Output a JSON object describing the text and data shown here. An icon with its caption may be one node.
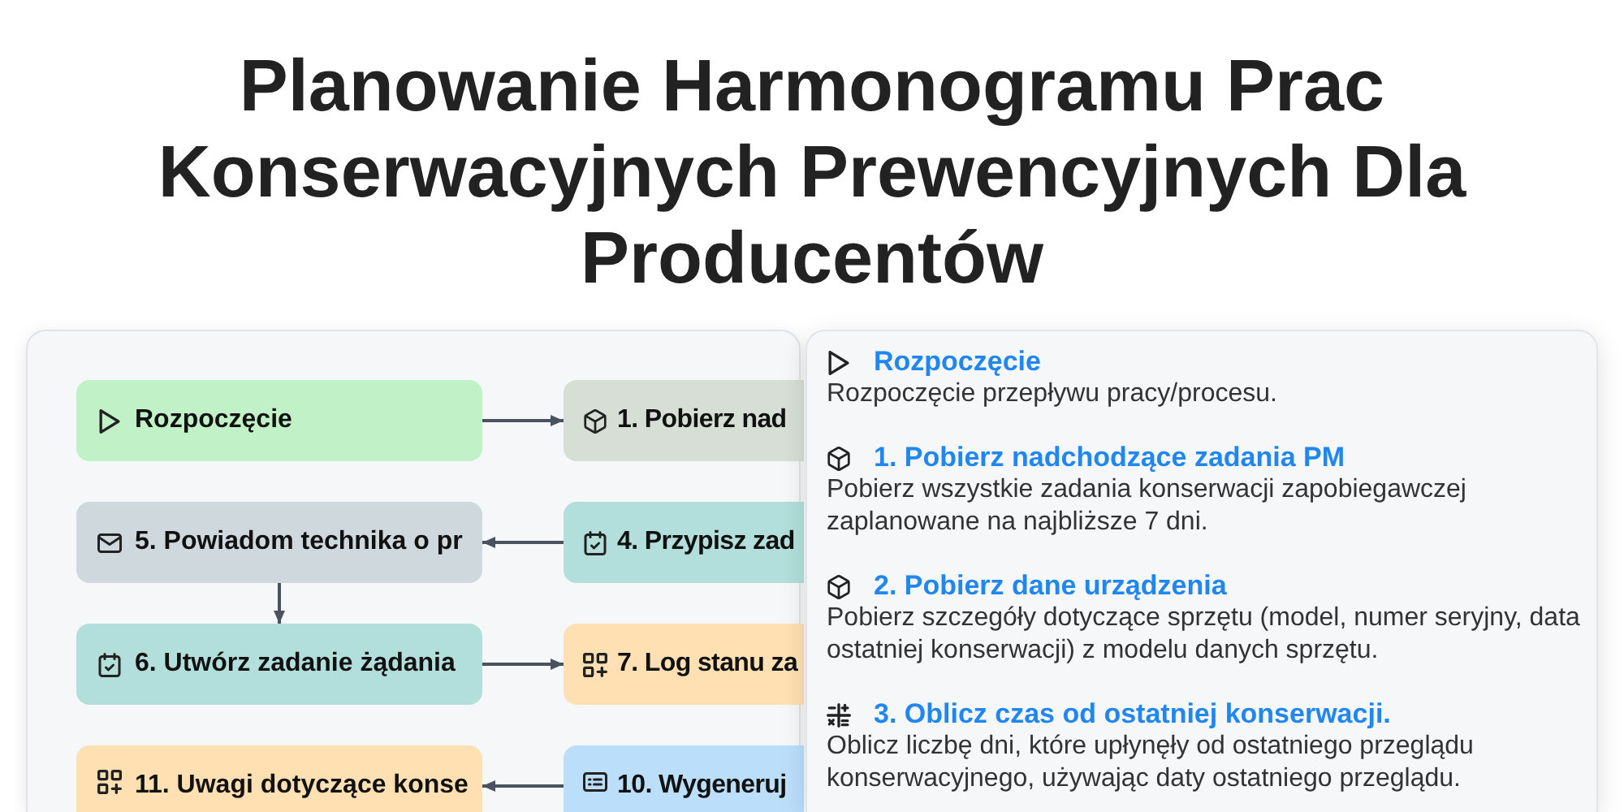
{
  "diagram": {
    "title": "Planowanie Harmonogramu Prac Konserwacyjnych Prewencyjnych Dla Producentów",
    "nodes": [
      {
        "text": [
          "Rozpoczęcie"
        ]
      },
      {
        "text": [
          "1. Pobierz nad"
        ]
      },
      {
        "text": [
          "5. Powiadom technika o pr"
        ]
      },
      {
        "text": [
          "4. Przypisz zad"
        ]
      },
      {
        "text": [
          "6. Utwórz zadanie żądania"
        ]
      },
      {
        "text": [
          "7. Log stanu za"
        ]
      },
      {
        "text": [
          "11. Uwagi dotyczące konse"
        ]
      },
      {
        "text": [
          "10. Wygeneruj"
        ]
      },
      {
        "text": [
          "Rozpoczęcie",
          "Rozpoczęcie przepływu pracy/procesu.",
          "1. Pobierz nadchodzące zadania PM",
          "Pobierz wszystkie zadania konserwacji zapobiegawczej zaplanowane na najbliższe 7 dni.",
          "2. Pobierz dane urządzenia",
          "Pobierz szczegóły dotyczące sprzętu (model, numer seryjny, data ostatniej konserwacji) z modelu danych sprzętu.",
          "3. Oblicz czas od ostatniej konserwacji.",
          "Oblicz liczbę dni, które upłynęły od ostatniego przeglądu konserwacyjnego, używając daty ostatniego przeglądu."
        ]
      }
    ],
    "edges": [
      {
        "from": 0,
        "to": 1,
        "arrow": "to"
      },
      {
        "from": 3,
        "to": 2,
        "arrow": "to"
      },
      {
        "from": 2,
        "to": 4,
        "arrow": "to"
      },
      {
        "from": 4,
        "to": 5,
        "arrow": "to"
      },
      {
        "from": 7,
        "to": 6,
        "arrow": "to"
      }
    ]
  }
}
